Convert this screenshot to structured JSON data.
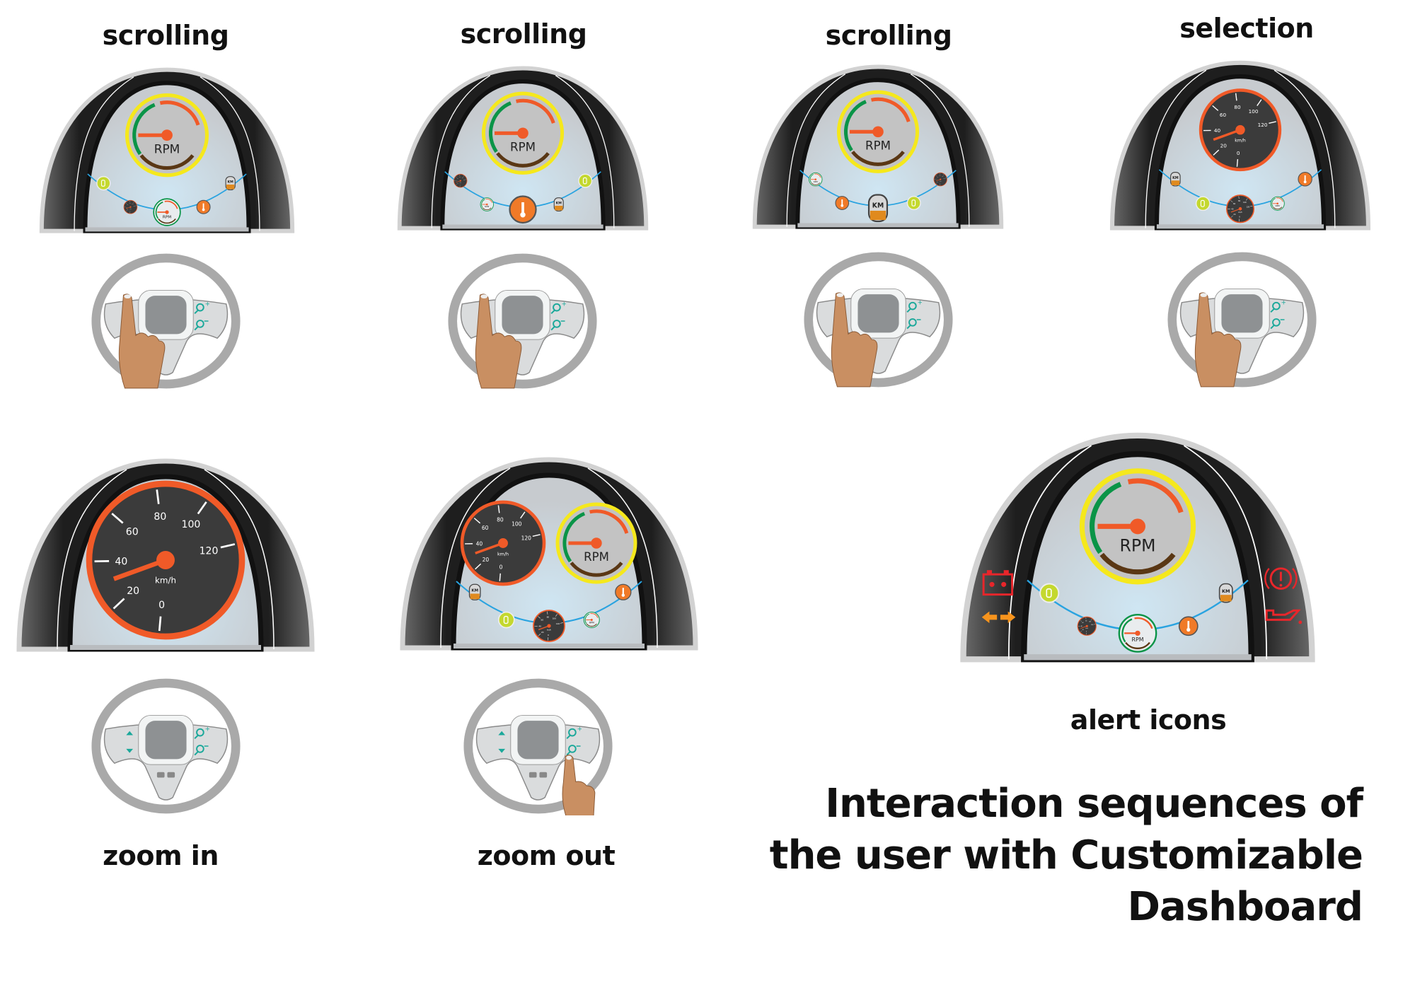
{
  "panels": [
    {
      "label": "scrolling",
      "main": [
        "rpm"
      ],
      "icons": [
        "fuel",
        "speedo",
        "rpm",
        "temp",
        "km"
      ],
      "selected": 2
    },
    {
      "label": "scrolling",
      "main": [
        "rpm"
      ],
      "icons": [
        "speedo",
        "rpm",
        "temp",
        "km",
        "fuel"
      ],
      "selected": 2
    },
    {
      "label": "scrolling",
      "main": [
        "rpm"
      ],
      "icons": [
        "rpm",
        "temp",
        "km",
        "fuel",
        "speedo"
      ],
      "selected": 2
    },
    {
      "label": "selection",
      "main": [
        "speedo"
      ],
      "icons": [
        "km",
        "fuel",
        "speedo",
        "rpm",
        "temp"
      ],
      "selected": 2
    },
    {
      "label": "zoom in",
      "main": [
        "speedo"
      ],
      "icons": [],
      "selected": -1
    },
    {
      "label": "zoom out",
      "main": [
        "speedo",
        "rpm"
      ],
      "icons": [
        "km",
        "fuel",
        "speedo",
        "rpm",
        "temp"
      ],
      "selected": 2
    },
    {
      "label": "alert icons",
      "main": [
        "rpm"
      ],
      "icons": [
        "fuel",
        "speedo",
        "rpm",
        "temp",
        "km"
      ],
      "selected": 2,
      "alerts": [
        "battery-icon",
        "turn-signal-icon",
        "brake-warning-icon",
        "oil-pressure-icon"
      ]
    }
  ],
  "gauge": {
    "rpm_label": "RPM",
    "km_label": "KM",
    "speed_unit": "km/h",
    "speed_ticks": [
      "0",
      "20",
      "40",
      "60",
      "80",
      "100",
      "120"
    ]
  },
  "title_lines": [
    "Interaction sequences of",
    "the user with Customizable",
    "Dashboard"
  ],
  "colors": {
    "accent": "#f05a28",
    "ring": "#f5e81c",
    "green": "#0a9447",
    "brown": "#5a3714",
    "arc": "#29a3e0",
    "teal": "#1aa89a",
    "alert_red": "#e8262b",
    "alert_orange": "#f7941d"
  }
}
